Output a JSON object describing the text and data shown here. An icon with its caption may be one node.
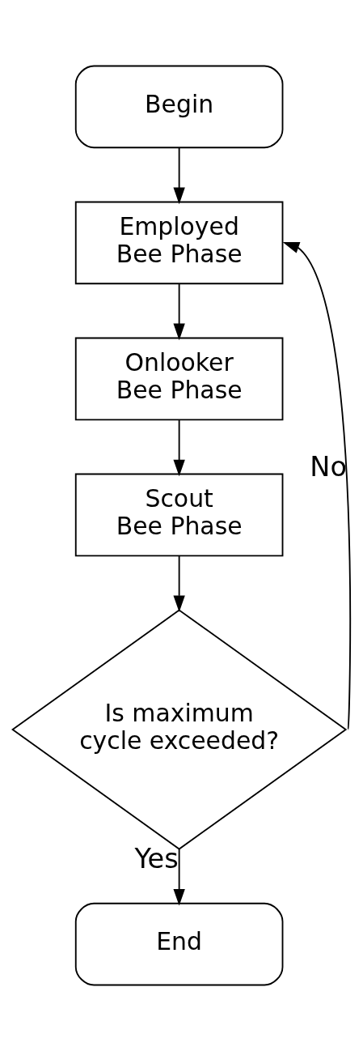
{
  "diagram": {
    "nodes": [
      {
        "text": [
          "Begin"
        ]
      },
      {
        "text": [
          "Employed Bee Phase"
        ]
      },
      {
        "text": [
          "Onlooker Bee Phase"
        ]
      },
      {
        "text": [
          "Scout Bee Phase"
        ]
      },
      {
        "text": [
          "Is maximum cycle exceeded?"
        ]
      },
      {
        "text": [
          "End"
        ]
      }
    ],
    "edges": [
      {
        "from": 0,
        "to": 1,
        "arrow": "to"
      },
      {
        "from": 1,
        "to": 2,
        "arrow": "to"
      },
      {
        "from": 2,
        "to": 3,
        "arrow": "to"
      },
      {
        "from": 3,
        "to": 4,
        "arrow": "to"
      },
      {
        "from": 4,
        "to": 1,
        "arrow": "to",
        "label": "No"
      },
      {
        "from": 4,
        "to": 5,
        "arrow": "to",
        "label": "Yes"
      }
    ]
  }
}
